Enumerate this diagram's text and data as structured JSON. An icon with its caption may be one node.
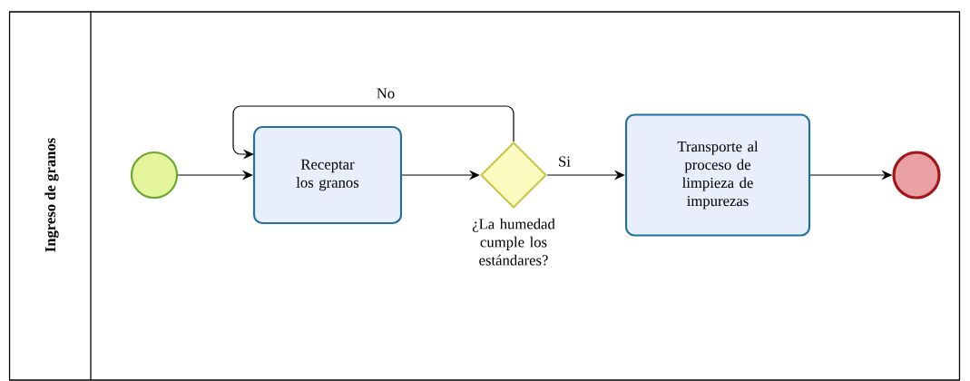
{
  "diagram": {
    "nodes": [
      {
        "text": [
          "Ingreso de granos"
        ]
      },
      {
        "text": [],
        "shape": "circle",
        "in": 0
      },
      {
        "text": [
          "Receptar los granos"
        ],
        "in": 0
      },
      {
        "text": [
          "¿La humedad cumple los estándares?"
        ],
        "in": 0
      },
      {
        "text": [
          "Transporte al proceso de limpieza de impurezas"
        ],
        "in": 0
      },
      {
        "text": [],
        "shape": "circle",
        "in": 0
      }
    ],
    "edges": [
      {
        "from": 1,
        "to": 2,
        "arrow": "to"
      },
      {
        "from": 2,
        "to": 3,
        "arrow": "to"
      },
      {
        "from": 3,
        "to": 2,
        "arrow": "to",
        "label": "No"
      },
      {
        "from": 3,
        "to": 4,
        "arrow": "to",
        "label": "Si"
      },
      {
        "from": 4,
        "to": 5,
        "arrow": "to"
      }
    ]
  }
}
